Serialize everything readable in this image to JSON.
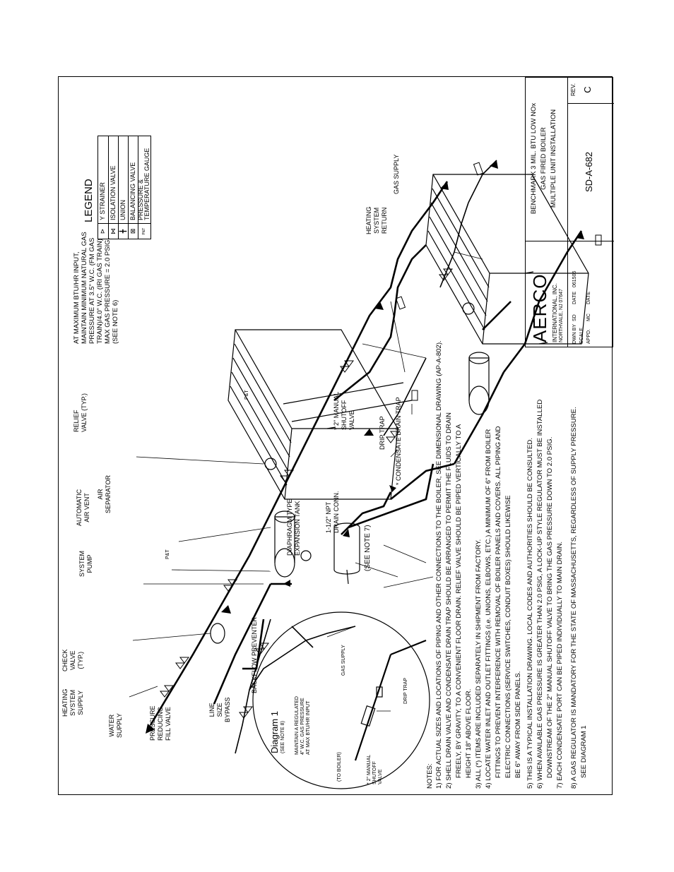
{
  "legend": {
    "title": "LEGEND",
    "items": [
      {
        "symbol": "y-strainer-icon",
        "label": "Y STRAINER"
      },
      {
        "symbol": "isolation-valve-icon",
        "label": "ISOLATION VALVE"
      },
      {
        "symbol": "union-icon",
        "label": "UNION"
      },
      {
        "symbol": "balancing-valve-icon",
        "label": "BALANCING VALVE"
      },
      {
        "symbol": "pressure-temperature-gauge-icon",
        "label": "PRESSURE &",
        "label2": "TEMPERATURE GAUGE",
        "glyph": "P&T"
      }
    ]
  },
  "callouts": {
    "heating_system_supply": [
      "HEATING",
      "SYSTEM",
      "SUPPLY"
    ],
    "check_valve": [
      "CHECK",
      "VALVE",
      "(TYP.)"
    ],
    "system_pump": [
      "SYSTEM",
      "PUMP"
    ],
    "automatic_air_vent": [
      "AUTOMATIC",
      "AIR VENT"
    ],
    "air_separator": [
      "AIR",
      "SEPARATOR"
    ],
    "relief_valve": [
      "RELIEF",
      "VALVE (TYP.)"
    ],
    "water_supply": [
      "WATER",
      "SUPPLY"
    ],
    "pressure_reducing_fill_valve": [
      "PRESSURE",
      "REDUCING",
      "FILL VALVE"
    ],
    "line_size_bypass": [
      "LINE",
      "SIZE",
      "BYPASS"
    ],
    "backflow_preventer": "BACKFLOW PREVENTER",
    "diaphragm_tank": [
      "DIAPHRAGM TYPE",
      "EXPANSION TANK"
    ],
    "drain_conn": [
      "1-1/2\" NPT",
      "DRAIN CONN."
    ],
    "see_note_7": "(SEE NOTE 7)",
    "manual_shutoff": [
      "* 2\" MANUAL",
      "SHUTOFF",
      "VALVE"
    ],
    "drip_trap": "DRIP TRAP",
    "condensate_drain_trap": "* CONDENSATE DRAIN TRAP",
    "gas_supply": "GAS SUPPLY",
    "heating_system_return": [
      "HEATING",
      "SYSTEM",
      "RETURN"
    ],
    "gas_note": [
      "AT MAXIMUM BTU/HR INPUT,",
      "MAINTAIN MINIMUM NATURAL GAS",
      "PRESSURE AT 3.5\" W.C. (FM GAS",
      "TRAIN)/4.0\" W.C. (IRI GAS TRAIN)",
      "MAX GAS PRESSURE = 2.0 PSIG.",
      "(SEE NOTE 6)"
    ],
    "pt_glyph": "P&T"
  },
  "diagram1": {
    "title": "Diagram 1",
    "subtitle": "(SEE NOTE 8)",
    "maintain": [
      "MAINTAIN A REGULATED",
      "4\" W.C. GAS PRESSURE",
      "AT MAX BTU/HR INPUT"
    ],
    "gas_supply": "GAS SUPPLY",
    "drip_trap": "DRIP TRAP",
    "to_boiler": "(TO BOILER)",
    "manual_shutoff": [
      "* 2\" MANUAL",
      "SHUTOFF",
      "VALVE"
    ]
  },
  "notes": {
    "header": "NOTES:",
    "lines": [
      "1) FOR ACTUAL SIZES AND LOCATIONS OF PIPING AND OTHER CONNECTIONS TO THE BOILER, SEE DIMENSIONAL DRAWING (AP-A-802).",
      "2) SHELL DRAIN VALVE AND CONDENSATE DRAIN TRAP SHOULD BE ARRANGED TO PERMIT THE FLUIDS TO DRAIN",
      "FREELY, BY GRAVITY, TO A CONVENIENT FLOOR DRAIN.  RELIEF VALVE SHOULD BE PIPED VERTICALLY TO A",
      "HEIGHT 18\" ABOVE FLOOR.",
      "3) ALL (*) ITEMS ARE INCLUDED SEPARATELY IN SHIPMENT FROM FACTORY.",
      "4) LOCATE WATER INLET AND OUTLET FITTINGS (i.e. UNIONS, ELBOWS, ETC.) A MINIMUM OF 6\" FROM BOILER",
      "FITTINGS TO PREVENT INTERFERENCE WITH REMOVAL OF BOILER PANELS AND COVERS.  ALL PIPING AND",
      "ELECTRIC CONNECTIONS (SERVICE SWITCHES, CONDUIT BOXES) SHOULD LIKEWISE",
      "BE 6\" AWAY FROM SIDE PANELS.",
      "5) THIS IS A TYPICAL INSTALLATION DRAWING.  LOCAL CODES AND AUTHORITIES SHOULD BE CONSULTED.",
      "6) WHEN AVAILABLE GAS PRESSURE IS GREATER THAN 2.0 PSIG, A LOCK-UP STYLE REGULATOR MUST BE INSTALLED",
      "DOWNSTREAM OF THE 2\" MANUAL SHUTOFF VALVE TO BRING THE GAS PRESSURE DOWN TO 2.0 PSIG.",
      "7) EACH CONDENSATE PORT CAN BE PIPED INDIVIDUALLY TO MAIN DRAIN.",
      "8) A GAS REGULATOR IS MANDATORY FOR THE STATE OF MASSACHUSETTS, REGARDLESS OF SUPPLY PRESSURE.",
      "SEE DIAGRAM 1"
    ]
  },
  "titleblock": {
    "company": "AERCO",
    "company_sub1": "INTERNATIONAL, INC.",
    "company_sub2": "NORTHVALE, NJ  07647",
    "desc1": "BENCHMARK 3 MIL. BTU LOW NOx",
    "desc2": "GAS FIRED BOILER",
    "desc3": "MULTIPLE UNIT INSTALLATION",
    "dwn_by_label": "DWN BY",
    "dwn_by": "SD",
    "date_label": "DATE",
    "date": "061506",
    "scale_label": "SCALE",
    "appd_label": "APPD.",
    "appd": "MC",
    "date2_label": "DATE",
    "drawing_no": "SD-A-682",
    "rev_label": "REV.",
    "rev": "C"
  }
}
